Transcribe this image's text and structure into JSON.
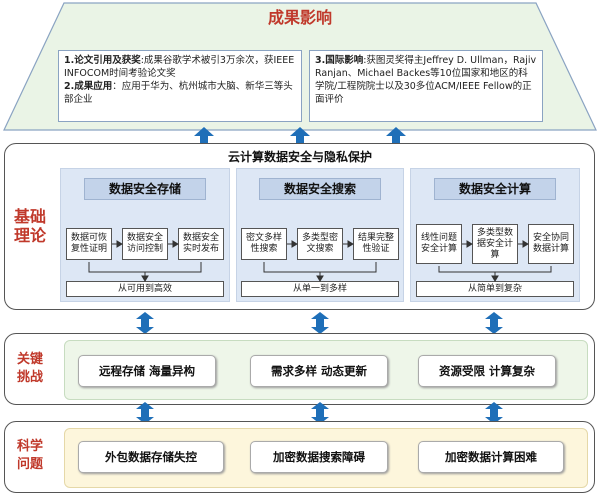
{
  "impact": {
    "title": "成果影响",
    "left_box": {
      "item1_label": "1.论文引用及获奖",
      "item1_text": ":成果谷歌学术被引3万余次，获IEEE INFOCOM时间考验论文奖",
      "item2_label": "2.成果应用",
      "item2_text": "：应用于华为、杭州城市大脑、新华三等头部企业"
    },
    "right_box": {
      "label": "3.国际影响",
      "text": ":获图灵奖得主Jeffrey D. Ullman，Rajiv Ranjan、Michael Backes等10位国家和地区的科学院/工程院院士以及30多位ACM/IEEE Fellow的正面评价"
    }
  },
  "foundation": {
    "side_label_line1": "基础",
    "side_label_line2": "理论",
    "title": "云计算数据安全与隐私保护",
    "panels": [
      {
        "head": "数据安全存储",
        "items": [
          "数据可恢复性证明",
          "数据安全访问控制",
          "数据安全实时发布"
        ],
        "range": "从可用到高效"
      },
      {
        "head": "数据安全搜索",
        "items": [
          "密文多样性搜索",
          "多类型密文搜索",
          "结果完整性验证"
        ],
        "range": "从单一到多样"
      },
      {
        "head": "数据安全计算",
        "items": [
          "线性问题安全计算",
          "多类型数据安全计算",
          "安全协同数据计算"
        ],
        "range": "从简单到复杂"
      }
    ]
  },
  "challenges": {
    "side_label_line1": "关键",
    "side_label_line2": "挑战",
    "items": [
      "远程存储 海量异构",
      "需求多样 动态更新",
      "资源受限 计算复杂"
    ]
  },
  "problems": {
    "side_label_line1": "科学",
    "side_label_line2": "问题",
    "items": [
      "外包数据存储失控",
      "加密数据搜索障碍",
      "加密数据计算困难"
    ]
  },
  "colors": {
    "accent_red": "#c0392b",
    "arrow_blue": "#1f6fb8",
    "impact_bg": "#eaf4e6",
    "panel_blue": "#dde7f5",
    "challenge_bg": "#eef6e9",
    "problem_bg": "#fdf6dc"
  }
}
